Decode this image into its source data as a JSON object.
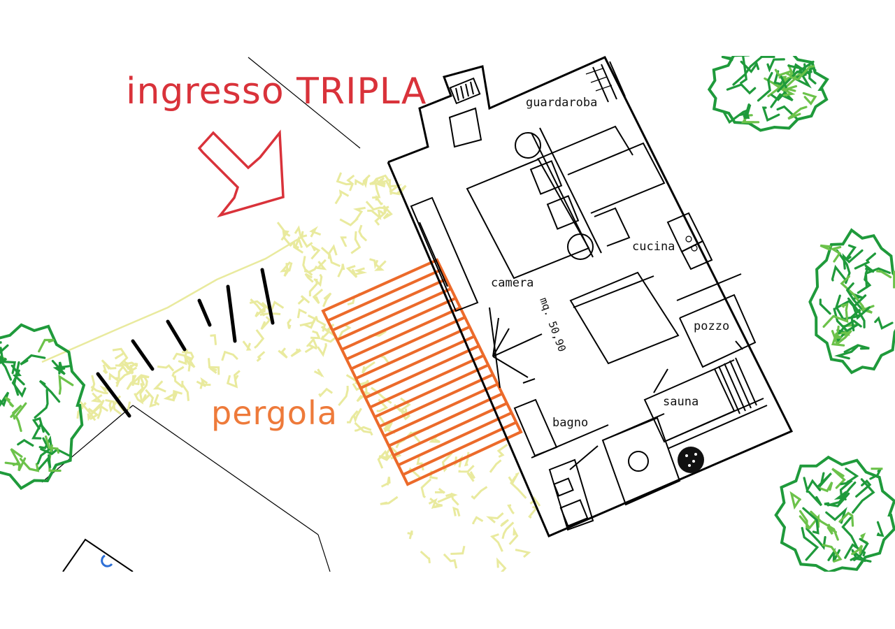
{
  "header": {
    "entrance_label": "ingresso TRIPLA"
  },
  "labels": {
    "pergola": "pergola",
    "rooms": {
      "guardaroba": "guardaroba",
      "cucina": "cucina",
      "camera": "camera",
      "pozzo": "pozzo",
      "sauna": "sauna",
      "bagno": "bagno"
    },
    "area": "mq. 50,90"
  },
  "colors": {
    "entrance": "#d9323a",
    "pergola": "#ec6a2a",
    "gravel": "#e9ea9e",
    "tree_dark": "#1f9a3b",
    "tree_light": "#6cc24a",
    "walls": "#000000"
  },
  "icons": {
    "entrance_arrow": "arrow-down-right-icon",
    "tree": "tree-icon"
  }
}
